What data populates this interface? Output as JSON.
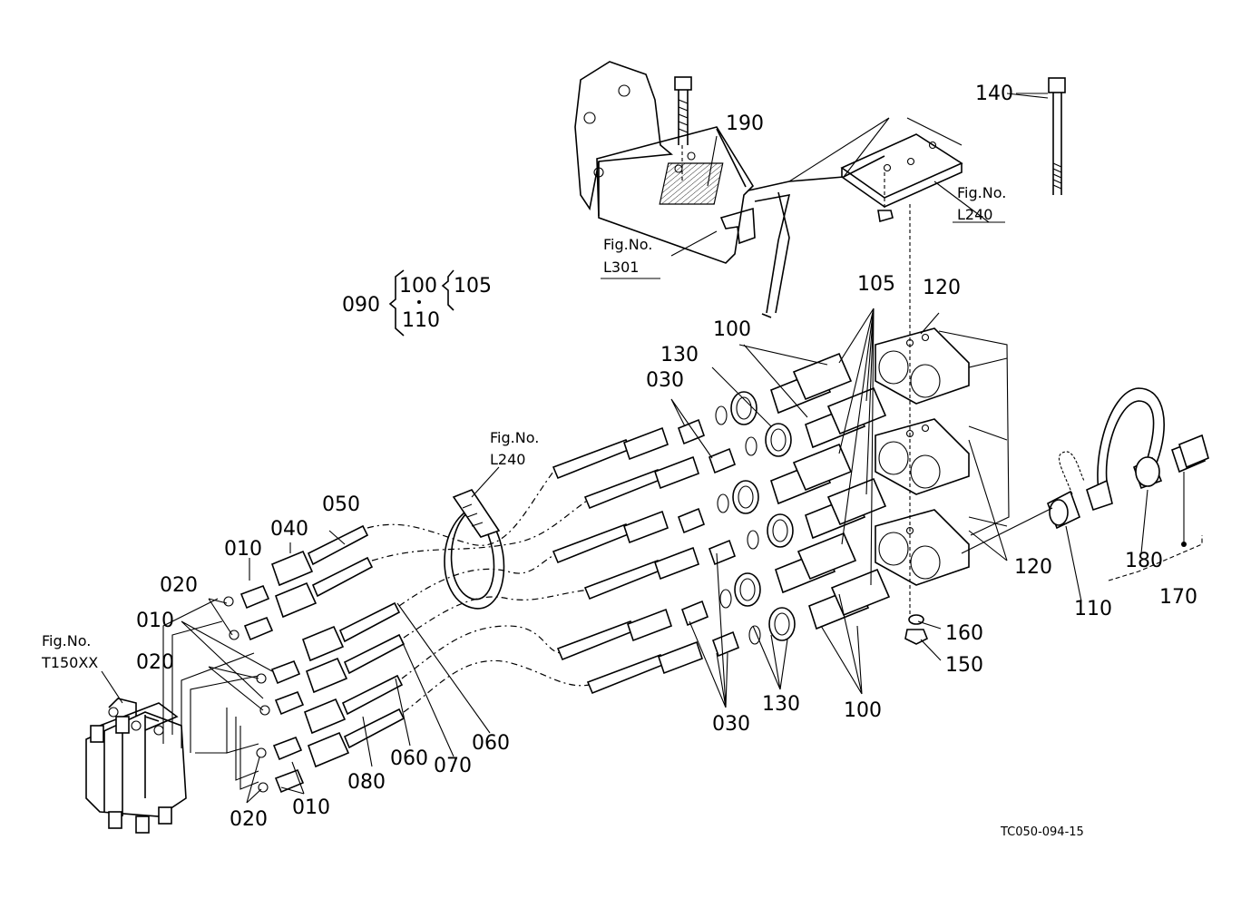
{
  "diagram": {
    "part_labels": {
      "p010": "010",
      "p020": "020",
      "p030": "030",
      "p040": "040",
      "p050": "050",
      "p060": "060",
      "p070": "070",
      "p080": "080",
      "p090": "090",
      "p100": "100",
      "p105": "105",
      "p110": "110",
      "p120": "120",
      "p130": "130",
      "p140": "140",
      "p150": "150",
      "p160": "160",
      "p170": "170",
      "p180": "180",
      "p190": "190"
    },
    "fig_refs": {
      "prefix": "Fig.No.",
      "L301": "L301",
      "L240": "L240",
      "T150XX": "T150XX"
    },
    "drawing_code": "TC050-094-15"
  }
}
